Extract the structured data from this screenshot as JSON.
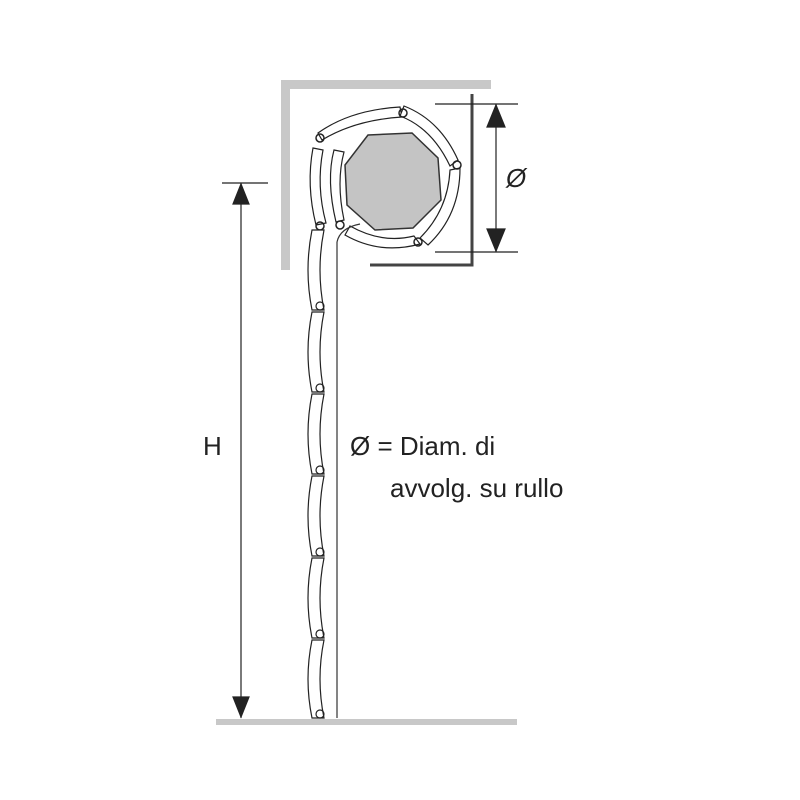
{
  "labels": {
    "height": "H",
    "diameter_symbol": "Ø",
    "legend_line1": "Ø = Diam. di",
    "legend_line2": "avvolg. su rullo"
  },
  "colors": {
    "housing": "#c8c8c8",
    "octagon": "#c4c4c4",
    "line": "#222222",
    "bracket": "#444444"
  }
}
